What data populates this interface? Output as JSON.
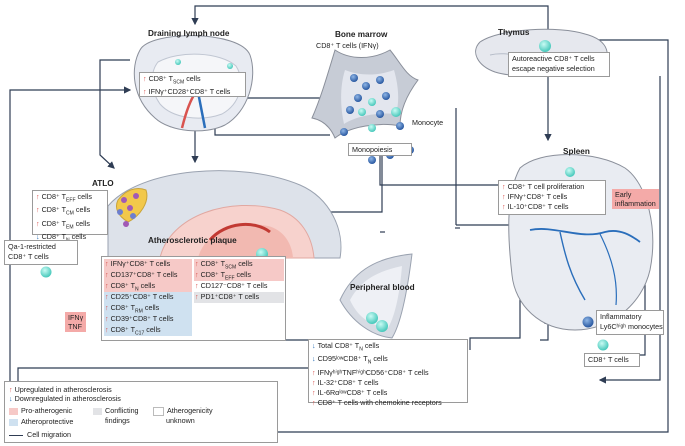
{
  "organs": {
    "lymph_node": "Draining lymph node",
    "bone_marrow": "Bone marrow",
    "thymus": "Thymus",
    "spleen": "Spleen",
    "atlo": "ATLO",
    "plaque": "Atherosclerotic plaque",
    "blood": "Peripheral blood"
  },
  "bone_marrow_sub": "CD8⁺ T cells (IFNγ)",
  "monocyte_label": "Monocyte",
  "monopoiesis_label": "Monopoiesis",
  "lymph_node_box": [
    {
      "arrow": "up",
      "text": "CD8⁺ T",
      "sub": "SCM",
      "rest": " cells"
    },
    {
      "arrow": "up",
      "text": "IFNγ⁺CD28⁺CD8⁺ T cells",
      "sub": "",
      "rest": ""
    }
  ],
  "thymus_box": [
    "Autoreactive CD8⁺ T cells",
    "escape negative selection"
  ],
  "spleen_box": [
    {
      "arrow": "up",
      "text": "CD8⁺ T cell proliferation"
    },
    {
      "arrow": "up",
      "text": "IFNγ⁺CD8⁺ T cells"
    },
    {
      "arrow": "up",
      "text": "IL-10⁺CD8⁺ T cells"
    }
  ],
  "early_inflammation": [
    "Early",
    "inflammation"
  ],
  "atlo_box": [
    {
      "arrow": "up",
      "text": "CD8⁺ T",
      "sub": "EFF",
      "rest": " cells"
    },
    {
      "arrow": "up",
      "text": "CD8⁺ T",
      "sub": "CM",
      "rest": " cells"
    },
    {
      "arrow": "up",
      "text": "CD8⁺ T",
      "sub": "EM",
      "rest": " cells"
    },
    {
      "arrow": "down",
      "text": "CD8⁺ T",
      "sub": "N",
      "rest": " cells"
    }
  ],
  "qa1_box": [
    "Qa-1-restricted",
    "CD8⁺ T cells"
  ],
  "plaque_left": [
    {
      "arrow": "up",
      "text": "IFNγ⁺CD8⁺ T cells",
      "sub": "",
      "rest": "",
      "cat": "pro"
    },
    {
      "arrow": "up",
      "text": "CD137⁺CD8⁺ T cells",
      "sub": "",
      "rest": "",
      "cat": "pro"
    },
    {
      "arrow": "up",
      "text": "CD8⁺ T",
      "sub": "N",
      "rest": " cells",
      "cat": "pro"
    },
    {
      "arrow": "up",
      "text": "CD25⁺CD8⁺ T cells",
      "sub": "",
      "rest": "",
      "cat": "prot"
    },
    {
      "arrow": "up",
      "text": "CD8⁺ T",
      "sub": "RM",
      "rest": " cells",
      "cat": "prot"
    },
    {
      "arrow": "up",
      "text": "CD39⁺CD8⁺ T cells",
      "sub": "",
      "rest": "",
      "cat": "prot"
    },
    {
      "arrow": "up",
      "text": "CD8⁺ T",
      "sub": "C17",
      "rest": " cells",
      "cat": "prot"
    }
  ],
  "plaque_right": [
    {
      "arrow": "up",
      "text": "CD8⁺ T",
      "sub": "SCM",
      "rest": " cells",
      "cat": "pro"
    },
    {
      "arrow": "up",
      "text": "CD8⁺ T",
      "sub": "EFF",
      "rest": " cells",
      "cat": "pro"
    },
    {
      "arrow": "up",
      "text": "CD127⁻CD8⁺ T cells",
      "sub": "",
      "rest": "",
      "cat": "none"
    },
    {
      "arrow": "up",
      "text": "PD1⁺CD8⁺ T cells",
      "sub": "",
      "rest": "",
      "cat": "conf"
    }
  ],
  "cytokines": [
    "IFNγ",
    "TNF"
  ],
  "blood_box": [
    {
      "arrow": "down",
      "text": "Total CD8⁺ T",
      "sub": "N",
      "rest": " cells"
    },
    {
      "arrow": "down",
      "text": "CD95ˡᵒʷCD8⁺ T",
      "sub": "N",
      "rest": " cells"
    },
    {
      "arrow": "up",
      "text": "IFNγʰⁱᵍʰTNFʰⁱᵍʰCD56⁺CD8⁺ T cells",
      "sub": "",
      "rest": ""
    },
    {
      "arrow": "up",
      "text": "IL-32⁺CD8⁺ T cells",
      "sub": "",
      "rest": ""
    },
    {
      "arrow": "up",
      "text": "IL-6RαˡᵒʷCD8⁺ T cells",
      "sub": "",
      "rest": ""
    },
    {
      "arrow": "up",
      "text": "CD8⁺ T cells with chemokine receptors",
      "sub": "",
      "rest": ""
    }
  ],
  "monocyte_box": [
    "Inflammatory",
    "Ly6Cʰⁱᵍʰ monocytes"
  ],
  "cd8_box": "CD8⁺ T cells",
  "legend": {
    "up": "Upregulated in atherosclerosis",
    "down": "Downregulated in atherosclerosis",
    "pro": "Pro-atherogenic",
    "prot": "Atheroprotective",
    "conf_1": "Conflicting",
    "conf_2": "findings",
    "unk_1": "Atherogenicity",
    "unk_2": "unknown",
    "migration": "Cell migration"
  },
  "arrows": {
    "up": "↑",
    "down": "↓"
  },
  "colors": {
    "up": "#d9534f",
    "down": "#2b6fb7",
    "pro": "#f6c9c7",
    "prot": "#cfe1f0",
    "conf": "#e2e3e6",
    "cell": "#4fd1c5",
    "vessel": "#2a6ebb"
  }
}
